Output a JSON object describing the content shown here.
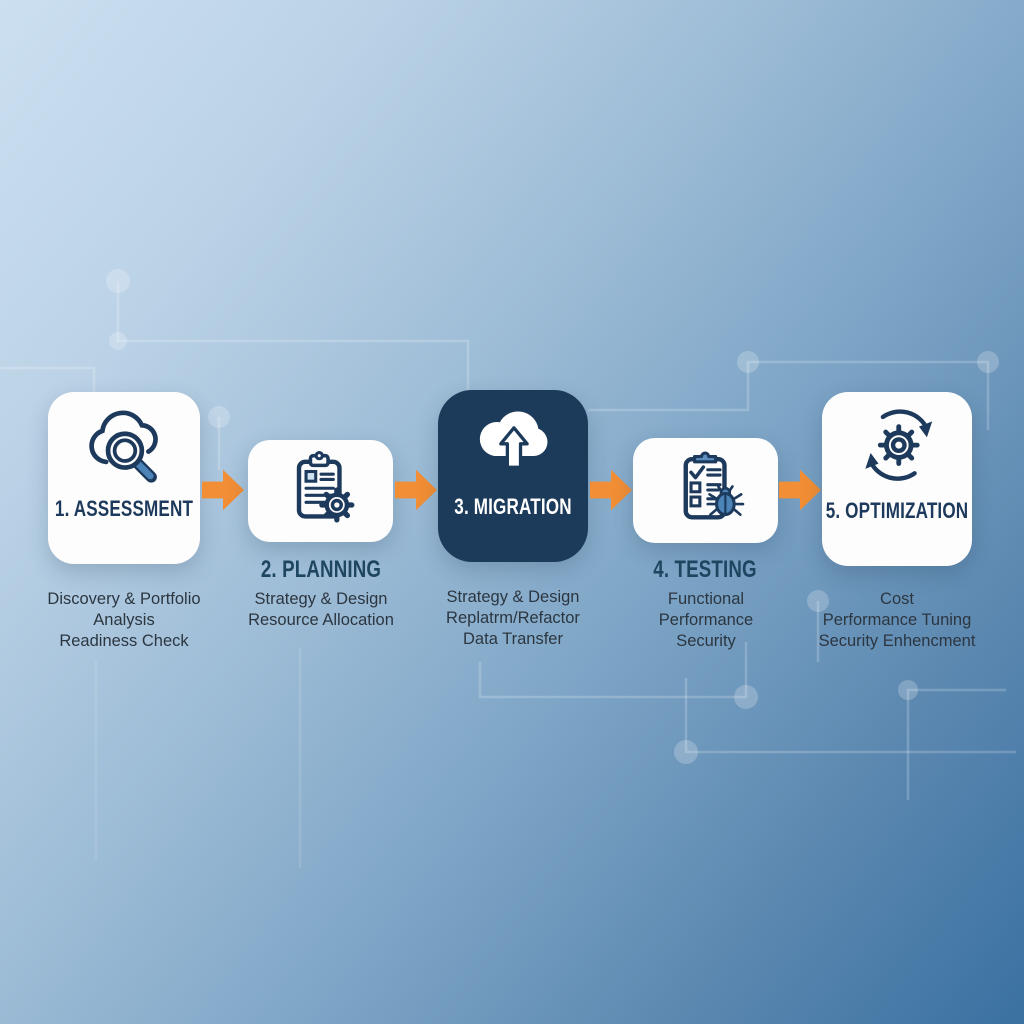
{
  "steps": [
    {
      "label": "1. ASSESSMENT",
      "icon": "cloud-search-icon",
      "highlighted": false,
      "details": [
        "Discovery & Portfolio",
        "Analysis",
        "Readiness Check"
      ]
    },
    {
      "label": "2. PLANNING",
      "icon": "clipboard-gear-icon",
      "highlighted": false,
      "details": [
        "Strategy & Design",
        "Resource Allocation"
      ]
    },
    {
      "label": "3. MIGRATION",
      "icon": "cloud-upload-icon",
      "highlighted": true,
      "details": [
        "Strategy & Design",
        "Replatrm/Refactor",
        "Data Transfer"
      ]
    },
    {
      "label": "4. TESTING",
      "icon": "checklist-bug-icon",
      "highlighted": false,
      "details": [
        "Functional",
        "Performance",
        "Security"
      ]
    },
    {
      "label": "5. OPTIMIZATION",
      "icon": "gear-sync-icon",
      "highlighted": false,
      "details": [
        "Cost",
        "Performance Tuning",
        "Security Enhencment"
      ]
    }
  ],
  "colors": {
    "arrow_orange": "#F28E35",
    "highlight_card_navy": "#1C3A59",
    "heading_navy": "#1D3A5C",
    "outside_heading_navy": "#1E4660",
    "body_text": "#2C3640",
    "icon_steel_blue": "#4D84B8",
    "background_light": "#CBDFF0",
    "background_dark": "#3A71A1"
  }
}
